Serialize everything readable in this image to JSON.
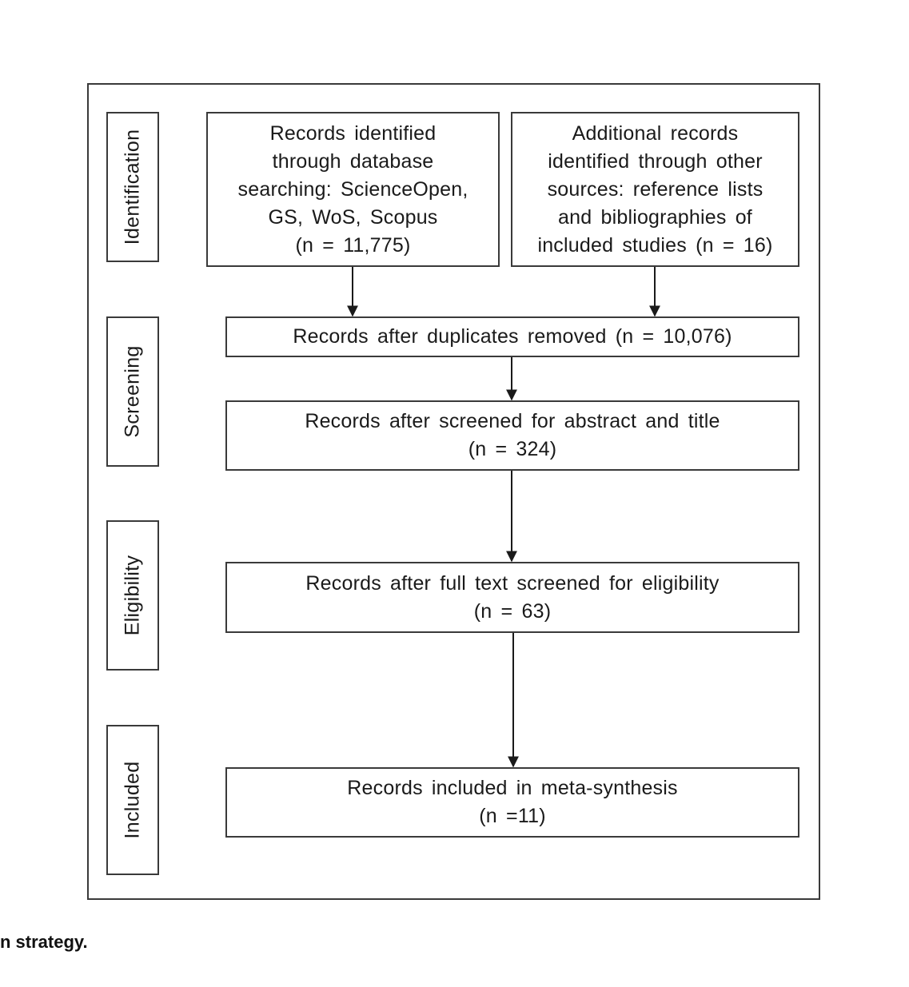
{
  "phases": {
    "identification": "Identification",
    "screening": "Screening",
    "eligibility": "Eligibility",
    "included": "Included"
  },
  "boxes": {
    "database_search": {
      "lines": [
        "Records identified",
        "through database",
        "searching: ScienceOpen,",
        "GS, WoS, Scopus",
        "(n = 11,775)"
      ]
    },
    "other_sources": {
      "lines": [
        "Additional records",
        "identified through other",
        "sources: reference lists",
        "and bibliographies of",
        "included studies (n = 16)"
      ]
    },
    "duplicates_removed": {
      "lines": [
        "Records after duplicates removed (n = 10,076)"
      ]
    },
    "abstract_title_screened": {
      "lines": [
        "Records after screened for abstract and title",
        "(n = 324)"
      ]
    },
    "full_text_screened": {
      "lines": [
        "Records after full text screened for eligibility",
        "(n = 63)"
      ]
    },
    "included_meta_synthesis": {
      "lines": [
        "Records included in meta-synthesis",
        "(n =11)"
      ]
    }
  },
  "caption": "n strategy."
}
